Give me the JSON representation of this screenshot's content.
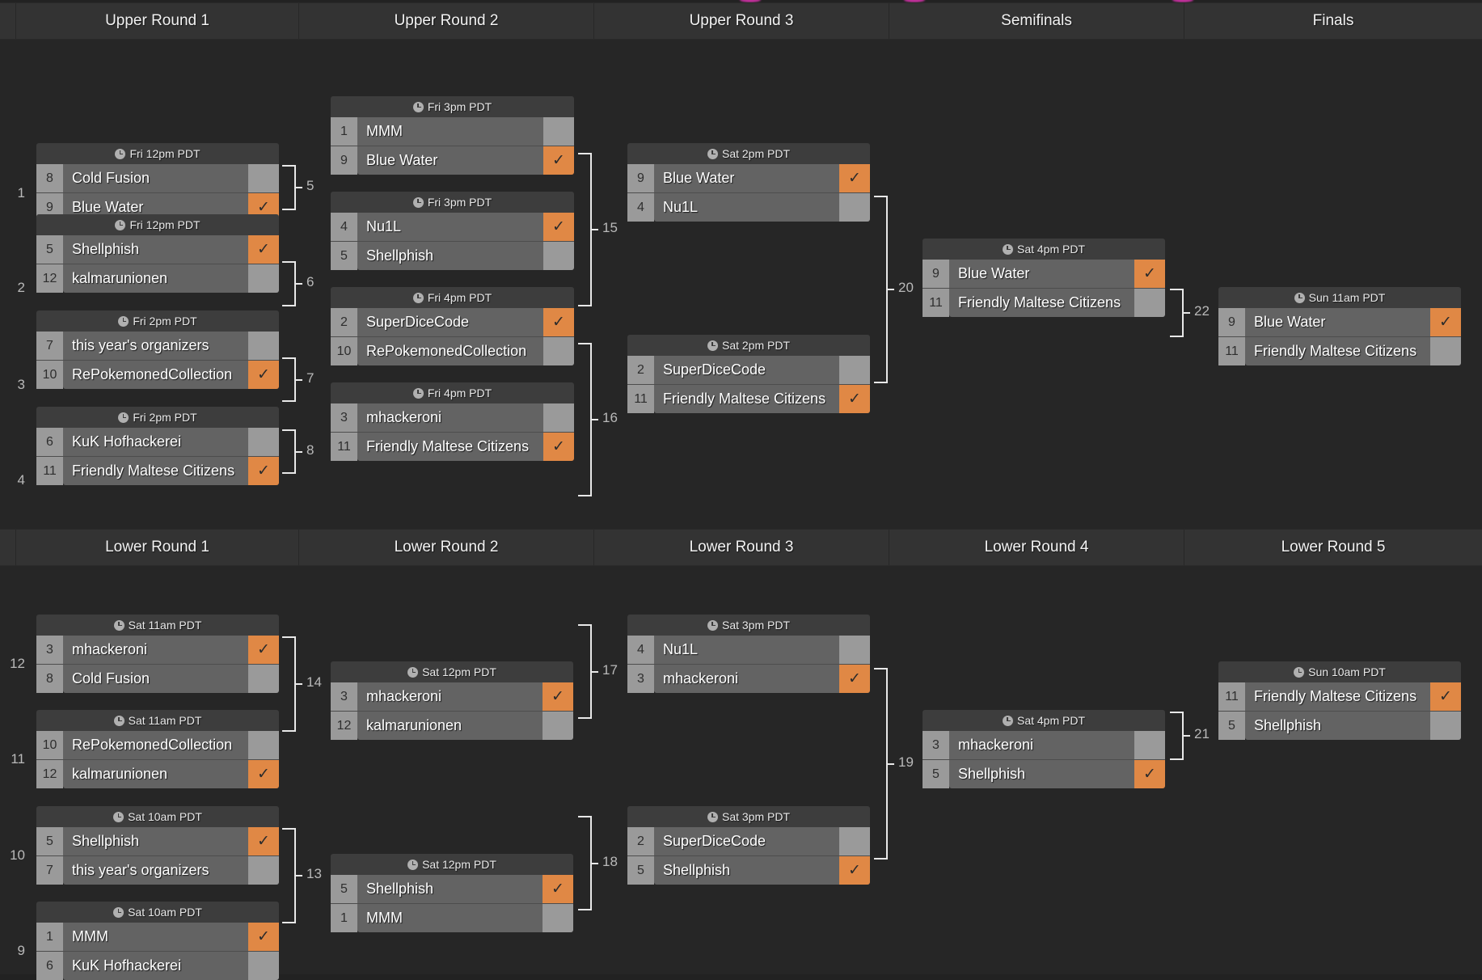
{
  "accent": {
    "win": "#e08845",
    "seed_bg": "#9a9a9a",
    "name_bg": "#636363",
    "time_bg": "#3d3d3d",
    "line": "#e8e8e8"
  },
  "icons": {
    "clock": "clock-icon",
    "check": "check-icon",
    "check_glyph": "✓"
  },
  "upper": {
    "headers": [
      "Upper Round 1",
      "Upper Round 2",
      "Upper Round 3",
      "Semifinals",
      "Finals"
    ],
    "matches": [
      {
        "id": "1",
        "time": "Fri 12pm PDT",
        "teams": [
          {
            "seed": "8",
            "name": "Cold Fusion",
            "win": false
          },
          {
            "seed": "9",
            "name": "Blue Water",
            "win": true
          }
        ]
      },
      {
        "id": "2",
        "time": "Fri 12pm PDT",
        "teams": [
          {
            "seed": "5",
            "name": "Shellphish",
            "win": true
          },
          {
            "seed": "12",
            "name": "kalmarunionen",
            "win": false
          }
        ]
      },
      {
        "id": "3",
        "time": "Fri 2pm PDT",
        "teams": [
          {
            "seed": "7",
            "name": "this year's organizers",
            "win": false
          },
          {
            "seed": "10",
            "name": "RePokemonedCollection",
            "win": true
          }
        ]
      },
      {
        "id": "4",
        "time": "Fri 2pm PDT",
        "teams": [
          {
            "seed": "6",
            "name": "KuK Hofhackerei",
            "win": false
          },
          {
            "seed": "11",
            "name": "Friendly Maltese Citizens",
            "win": true
          }
        ]
      },
      {
        "id": "5",
        "time": "Fri 3pm PDT",
        "teams": [
          {
            "seed": "1",
            "name": "MMM",
            "win": false
          },
          {
            "seed": "9",
            "name": "Blue Water",
            "win": true
          }
        ]
      },
      {
        "id": "6",
        "time": "Fri 3pm PDT",
        "teams": [
          {
            "seed": "4",
            "name": "Nu1L",
            "win": true
          },
          {
            "seed": "5",
            "name": "Shellphish",
            "win": false
          }
        ]
      },
      {
        "id": "7",
        "time": "Fri 4pm PDT",
        "teams": [
          {
            "seed": "2",
            "name": "SuperDiceCode",
            "win": true
          },
          {
            "seed": "10",
            "name": "RePokemonedCollection",
            "win": false
          }
        ]
      },
      {
        "id": "8",
        "time": "Fri 4pm PDT",
        "teams": [
          {
            "seed": "3",
            "name": "mhackeroni",
            "win": false
          },
          {
            "seed": "11",
            "name": "Friendly Maltese Citizens",
            "win": true
          }
        ]
      },
      {
        "id": "15",
        "time": "Sat 2pm PDT",
        "teams": [
          {
            "seed": "9",
            "name": "Blue Water",
            "win": true
          },
          {
            "seed": "4",
            "name": "Nu1L",
            "win": false
          }
        ]
      },
      {
        "id": "16",
        "time": "Sat 2pm PDT",
        "teams": [
          {
            "seed": "2",
            "name": "SuperDiceCode",
            "win": false
          },
          {
            "seed": "11",
            "name": "Friendly Maltese Citizens",
            "win": true
          }
        ]
      },
      {
        "id": "20",
        "time": "Sat 4pm PDT",
        "teams": [
          {
            "seed": "9",
            "name": "Blue Water",
            "win": true
          },
          {
            "seed": "11",
            "name": "Friendly Maltese Citizens",
            "win": false
          }
        ]
      },
      {
        "id": "22",
        "time": "Sun 11am PDT",
        "teams": [
          {
            "seed": "9",
            "name": "Blue Water",
            "win": true
          },
          {
            "seed": "11",
            "name": "Friendly Maltese Citizens",
            "win": false
          }
        ]
      }
    ]
  },
  "lower": {
    "headers": [
      "Lower Round 1",
      "Lower Round 2",
      "Lower Round 3",
      "Lower Round 4",
      "Lower Round 5"
    ],
    "matches": [
      {
        "id": "12",
        "time": "Sat 11am PDT",
        "teams": [
          {
            "seed": "3",
            "name": "mhackeroni",
            "win": true
          },
          {
            "seed": "8",
            "name": "Cold Fusion",
            "win": false
          }
        ]
      },
      {
        "id": "11",
        "time": "Sat 11am PDT",
        "teams": [
          {
            "seed": "10",
            "name": "RePokemonedCollection",
            "win": false
          },
          {
            "seed": "12",
            "name": "kalmarunionen",
            "win": true
          }
        ]
      },
      {
        "id": "10",
        "time": "Sat 10am PDT",
        "teams": [
          {
            "seed": "5",
            "name": "Shellphish",
            "win": true
          },
          {
            "seed": "7",
            "name": "this year's organizers",
            "win": false
          }
        ]
      },
      {
        "id": "9",
        "time": "Sat 10am PDT",
        "teams": [
          {
            "seed": "1",
            "name": "MMM",
            "win": true
          },
          {
            "seed": "6",
            "name": "KuK Hofhackerei",
            "win": false
          }
        ]
      },
      {
        "id": "14",
        "time": "Sat 12pm PDT",
        "teams": [
          {
            "seed": "3",
            "name": "mhackeroni",
            "win": true
          },
          {
            "seed": "12",
            "name": "kalmarunionen",
            "win": false
          }
        ]
      },
      {
        "id": "13",
        "time": "Sat 12pm PDT",
        "teams": [
          {
            "seed": "5",
            "name": "Shellphish",
            "win": true
          },
          {
            "seed": "1",
            "name": "MMM",
            "win": false
          }
        ]
      },
      {
        "id": "17",
        "time": "Sat 3pm PDT",
        "teams": [
          {
            "seed": "4",
            "name": "Nu1L",
            "win": false
          },
          {
            "seed": "3",
            "name": "mhackeroni",
            "win": true
          }
        ]
      },
      {
        "id": "18",
        "time": "Sat 3pm PDT",
        "teams": [
          {
            "seed": "2",
            "name": "SuperDiceCode",
            "win": false
          },
          {
            "seed": "5",
            "name": "Shellphish",
            "win": true
          }
        ]
      },
      {
        "id": "19",
        "time": "Sat 4pm PDT",
        "teams": [
          {
            "seed": "3",
            "name": "mhackeroni",
            "win": false
          },
          {
            "seed": "5",
            "name": "Shellphish",
            "win": true
          }
        ]
      },
      {
        "id": "21",
        "time": "Sun 10am PDT",
        "teams": [
          {
            "seed": "11",
            "name": "Friendly Maltese Citizens",
            "win": true
          },
          {
            "seed": "5",
            "name": "Shellphish",
            "win": false
          }
        ]
      }
    ]
  }
}
